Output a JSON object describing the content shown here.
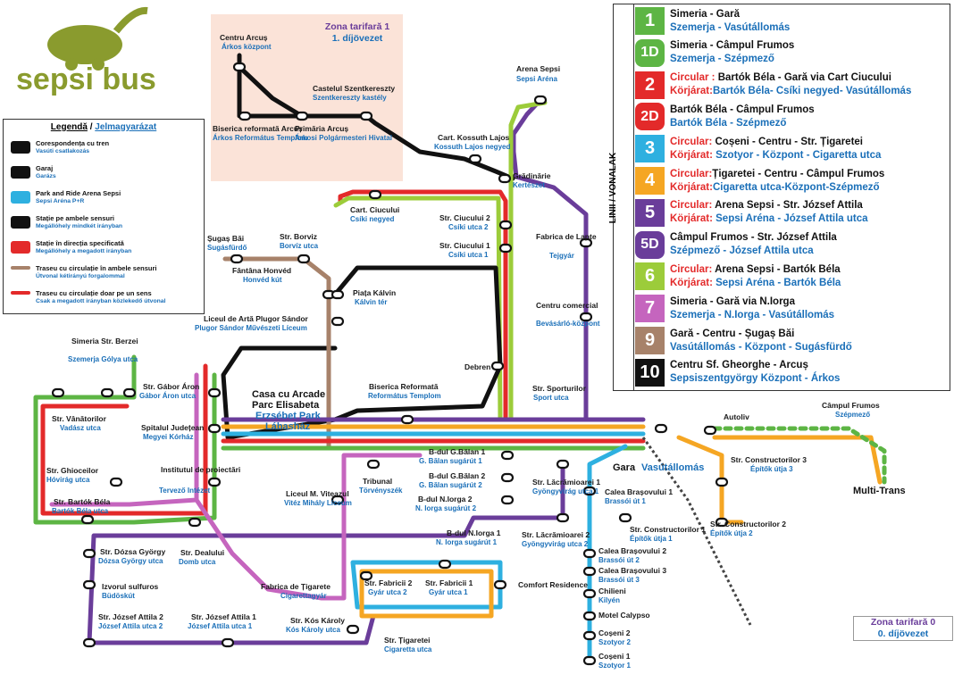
{
  "logo": {
    "text": "sepsi bus"
  },
  "zone1": {
    "title": "Zona tarifară 1",
    "subtitle": "1. díjövezet"
  },
  "zone0": {
    "title": "Zona tarifară 0",
    "subtitle": "0. díjövezet"
  },
  "legend": {
    "title": "Legendă",
    "title_hu": "Jelmagyarázat",
    "items": [
      {
        "ro": "Corespondența cu tren",
        "hu": "Vasúti csatlakozás"
      },
      {
        "ro": "Garaj",
        "hu": "Garázs"
      },
      {
        "ro": "Park and Ride Arena Sepsi",
        "hu": "Sepsi Aréna P+R"
      },
      {
        "ro": "Stație pe ambele sensuri",
        "hu": "Megállóhely mindkét irányban"
      },
      {
        "ro": "Stație în direcția specificată",
        "hu": "Megállóhely a megadott irányban"
      },
      {
        "ro": "Traseu cu circulație în ambele sensuri",
        "hu": "Útvonal kétirányú forgalommal"
      },
      {
        "ro": "Traseu cu circulație doar pe un sens",
        "hu": "Csak a megadott irányban közlekedő útvonal"
      }
    ]
  },
  "lines_panel": {
    "vertical_label": "LINII / VONALAK",
    "lines": [
      {
        "num": "1",
        "color": "#5db544",
        "a": "Simeria - Gară",
        "b": "Szemerja - Vasútállomás"
      },
      {
        "num": "1D",
        "color": "#5db544",
        "a": "Simeria - Câmpul Frumos",
        "b": "Szemerja - Szépmező"
      },
      {
        "num": "2",
        "color": "#e32a2a",
        "a_red": "Circular : ",
        "a": "Bartók Béla - Gară via Cart Ciucului",
        "b_red": "Körjárat:",
        "b": "Bartók Béla- Csíki negyed- Vasútállomás"
      },
      {
        "num": "2D",
        "color": "#e32a2a",
        "a": "Bartók Béla - Câmpul Frumos",
        "b": "Bartók Béla - Szépmező"
      },
      {
        "num": "3",
        "color": "#2eb0e0",
        "a_red": "Circular: ",
        "a": "Coșeni - Centru - Str. Țigaretei",
        "b_red": "Körjárat: ",
        "b": "Szotyor - Központ - Cigaretta utca"
      },
      {
        "num": "4",
        "color": "#f5a623",
        "a_red": "Circular:",
        "a": "Țigaretei - Centru - Câmpul Frumos",
        "b_red": "Körjárat:",
        "b": "Cigaretta utca-Központ-Szépmező"
      },
      {
        "num": "5",
        "color": "#6a3d9a",
        "a_red": "Circular: ",
        "a": "Arena Sepsi - Str. József Attila",
        "b_red": "Körjárat: ",
        "b": "Sepsi Aréna - József Attila utca"
      },
      {
        "num": "5D",
        "color": "#6a3d9a",
        "a": "Câmpul Frumos - Str. József Attila",
        "b": "Szépmező - József Attila utca"
      },
      {
        "num": "6",
        "color": "#9ccc3a",
        "a_red": "Circular: ",
        "a": "Arena Sepsi - Bartók Béla",
        "b_red": "Körjárat: ",
        "b": "Sepsi Aréna - Bartók Béla"
      },
      {
        "num": "7",
        "color": "#c565be",
        "a": "Simeria - Gară via N.Iorga",
        "b": "Szemerja - N.Iorga - Vasútállomás"
      },
      {
        "num": "9",
        "color": "#a7826a",
        "a": "Gară - Centru - Șugaș Băi",
        "b": "Vasútállomás - Központ - Sugásfürdő"
      },
      {
        "num": "10",
        "color": "#111111",
        "a": "Centru Sf. Gheorghe - Arcuș",
        "b": "Sepsiszentgyörgy Központ - Árkos"
      }
    ]
  },
  "stops": [
    {
      "ro": "Centru Arcuș",
      "hu": "Árkos központ"
    },
    {
      "ro": "Biserica reformată Arcuș",
      "hu": "Árkos Református Templom"
    },
    {
      "ro": "Primăria Arcuș",
      "hu": "Árkosi Polgármesteri Hivatal"
    },
    {
      "ro": "Castelul Szentkereszty",
      "hu": "Szentkereszty kastély"
    },
    {
      "ro": "Arena Sepsi",
      "hu": "Sepsi Aréna"
    },
    {
      "ro": "Cart. Kossuth Lajos",
      "hu": "Kossuth Lajos negyed"
    },
    {
      "ro": "Grădinărie",
      "hu": "Kertészet"
    },
    {
      "ro": "Cart. Ciucului",
      "hu": "Csíki negyed"
    },
    {
      "ro": "Str. Ciucului 2",
      "hu": "Csíki utca 2"
    },
    {
      "ro": "Str. Ciucului 1",
      "hu": "Csíki utca 1"
    },
    {
      "ro": "Fabrica de Lapte",
      "hu": "Tejgyár"
    },
    {
      "ro": "Șugaș Băi",
      "hu": "Sugásfürdő"
    },
    {
      "ro": "Str. Borviz",
      "hu": "Borvíz utca"
    },
    {
      "ro": "Fântâna Honvéd",
      "hu": "Honvéd kút"
    },
    {
      "ro": "Piața Kálvin",
      "hu": "Kálvin tér"
    },
    {
      "ro": "Centru comercial",
      "hu": "Bevásárló-központ"
    },
    {
      "ro": "Liceul de Artă Plugor Sándor",
      "hu": "Plugor Sándor Művészeti Líceum"
    },
    {
      "ro": "Simeria Str. Berzei",
      "hu": "Szemerja Gólya utca"
    },
    {
      "ro": "Debren",
      "hu": ""
    },
    {
      "ro": "Str. Gábor Áron",
      "hu": "Gábor Áron utca"
    },
    {
      "ro": "Casa cu Arcade",
      "hu": ""
    },
    {
      "ro": "Parc Elisabeta",
      "hu": "Erzsébet Park"
    },
    {
      "ro": "",
      "hu": "Lábasház"
    },
    {
      "ro": "Biserica Reformată",
      "hu": "Református Templom"
    },
    {
      "ro": "Str. Sporturilor",
      "hu": "Sport utca"
    },
    {
      "ro": "Str. Vânătorilor",
      "hu": "Vadász utca"
    },
    {
      "ro": "Spitalul Județean",
      "hu": "Megyei Kórház"
    },
    {
      "ro": "Autoliv",
      "hu": ""
    },
    {
      "ro": "Câmpul Frumos",
      "hu": "Szépmező"
    },
    {
      "ro": "Str. Ghioceilor",
      "hu": "Hóvirág utca"
    },
    {
      "ro": "Institutul de proiectări",
      "hu": "Tervező Intézet"
    },
    {
      "ro": "Tribunal",
      "hu": "Törvényszék"
    },
    {
      "ro": "B-dul G.Bălan 1",
      "hu": "G. Bălan sugárút 1"
    },
    {
      "ro": "B-dul G.Bălan 2",
      "hu": "G. Bălan sugárút 2"
    },
    {
      "ro": "Str. Lăcrămioarei 1",
      "hu": "Gyöngyvirág utca 1"
    },
    {
      "ro": "Gara",
      "hu": "Vasútállomás"
    },
    {
      "ro": "Str. Constructorilor 3",
      "hu": "Építők útja 3"
    },
    {
      "ro": "Str. Bartók Béla",
      "hu": "Bartók Béla utca"
    },
    {
      "ro": "Liceul M. Viteazul",
      "hu": "Vitéz Mihály Líceum"
    },
    {
      "ro": "B-dul N.Iorga 2",
      "hu": "N. Iorga sugárút 2"
    },
    {
      "ro": "Calea Brașovului 1",
      "hu": "Brassói út 1"
    },
    {
      "ro": "Multi-Trans",
      "hu": ""
    },
    {
      "ro": "Str. Constructorilor 1",
      "hu": "Építők útja 1"
    },
    {
      "ro": "Str. Constructorilor 2",
      "hu": "Építők útja 2"
    },
    {
      "ro": "B-dul N.Iorga 1",
      "hu": "N. Iorga sugárút 1"
    },
    {
      "ro": "Str. Lăcrămioarei 2",
      "hu": "Gyöngyvirág utca 2"
    },
    {
      "ro": "Str. Dózsa György",
      "hu": "Dózsa György utca"
    },
    {
      "ro": "Str. Dealului",
      "hu": "Domb utca"
    },
    {
      "ro": "Calea Brașovului 2",
      "hu": "Brassói út 2"
    },
    {
      "ro": "Calea Brașovului 3",
      "hu": "Brassói út 3"
    },
    {
      "ro": "Izvorul sulfuros",
      "hu": "Büdöskút"
    },
    {
      "ro": "Fabrica de Țigarete",
      "hu": "Cigarettagyár"
    },
    {
      "ro": "Str. Fabricii 2",
      "hu": "Gyár utca 2"
    },
    {
      "ro": "Str. Fabricii 1",
      "hu": "Gyár utca 1"
    },
    {
      "ro": "Comfort Residence",
      "hu": ""
    },
    {
      "ro": "Chilieni",
      "hu": "Kilyén"
    },
    {
      "ro": "Str. József Attila 2",
      "hu": "József Attila utca 2"
    },
    {
      "ro": "Str. József Attila 1",
      "hu": "József Attila utca 1"
    },
    {
      "ro": "Str. Kós Károly",
      "hu": "Kós Károly utca"
    },
    {
      "ro": "Motel Calypso",
      "hu": ""
    },
    {
      "ro": "Coșeni 2",
      "hu": "Szotyor 2"
    },
    {
      "ro": "Str. Țigaretei",
      "hu": "Cigaretta utca"
    },
    {
      "ro": "Coșeni 1",
      "hu": "Szotyor 1"
    }
  ]
}
